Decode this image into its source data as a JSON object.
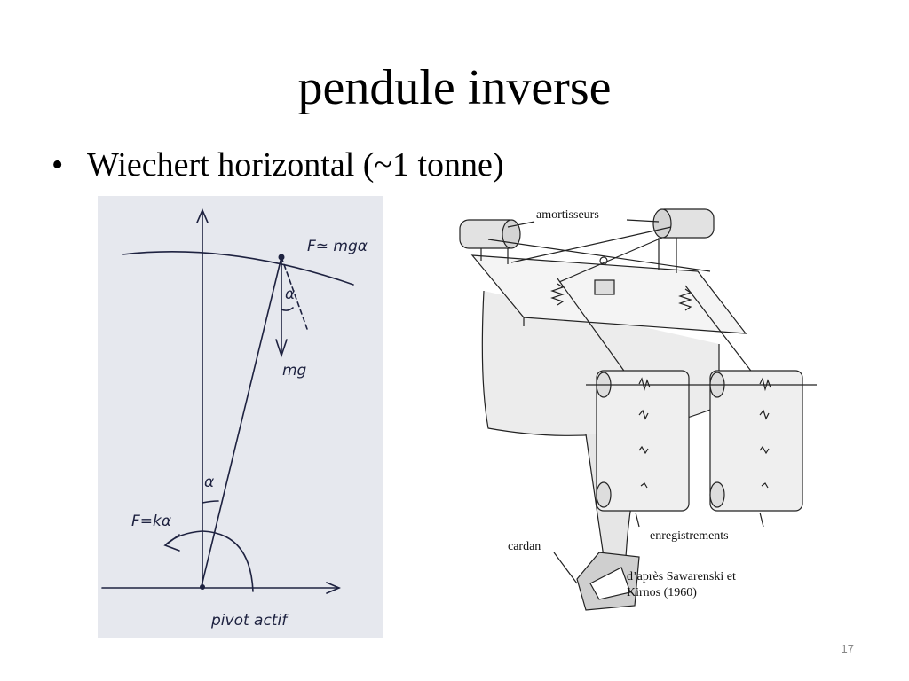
{
  "slide": {
    "title": "pendule inverse",
    "bullet_symbol": "•",
    "bullet_text": "Wiechert horizontal (~1 tonne)",
    "slide_number": "17"
  },
  "sketch": {
    "force_top": "F≃ mgα",
    "angle_top": "α",
    "weight": "mg",
    "angle_bottom": "α",
    "force_restoring": "F=kα",
    "pivot": "pivot actif"
  },
  "machine": {
    "label_dampers": "amortisseurs",
    "label_gimbal": "cardan",
    "label_recordings": "enregistrements",
    "credit_line1": "d’après Sawarenski et",
    "credit_line2": "Kirnos (1960)"
  },
  "colors": {
    "ink": "#1e2240",
    "paper": "#e6e8ee",
    "drawing": "#222222"
  }
}
